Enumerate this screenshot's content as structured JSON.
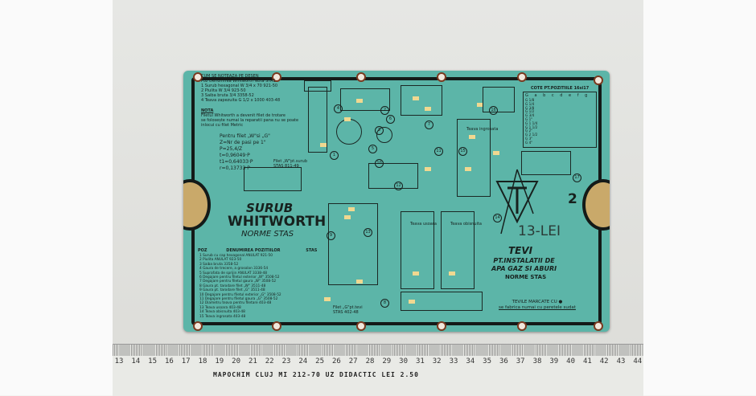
{
  "card": {
    "left_header": [
      "CUM SE NOTEAZA PE DESEN",
      "Poz  Denumirea  Whitworth  Nota  STAS",
      "1  Surub hexagonal  W 3/4 x 70  921-50",
      "2  Piulita  W 3/4  923-50",
      "3  Saiba bruta  3/4  3358-52",
      "4  Teava zapezuita  G 1/2 x 1000  403-48"
    ],
    "note_label": "NOTA",
    "note_text": [
      "Filetul Whitworth a devenit filet de trotare",
      "se folosește numai la reparatii pana nu se poate",
      "inlocui cu filet Metric"
    ],
    "formula": [
      "Pentru filet „W\"si „G\"",
      "Z=Nr de pasi pe 1\"",
      "P=25,4/Z",
      "t=0,96049·P",
      "t1=0,64033·P",
      "r=0,13733·P"
    ],
    "thread_label": [
      "Filet „W\"pt.surub",
      "STAS 811-49"
    ],
    "thread_label2": [
      "Filet „G\"pt.tevi",
      "STAS 402-48"
    ],
    "title_main": "SURUB",
    "title_sub": "WHITWORTH",
    "title_norm": "NORME STAS",
    "parts_header": [
      "POZ",
      "DENUMIREA POZITIILOR",
      "STAS"
    ],
    "parts_list": [
      "1  Surub cu cap hexagonal   ANULAT  921-50",
      "2  Piulita   ANULAT  923-50",
      "3  Saiba bruta  3358-52",
      "4  Gaura de trecere, a grosolan  3336-54",
      "5  Suprafata de sprijin ANULAT  3338-48",
      "6  Degajare pentru filetul exterior „W\"  3508-52",
      "7  Degajare pentru filetul gaura „W\"  3508-52",
      "8  Gaura pt. tarodare filet „W\"  3511-48",
      "9  Gaura pt. tarodare filet „G\"  3511-48",
      "10  Degajare pentru filetul exterior „G\"  3508-52",
      "11  Degajare pentru filetul gaura „G\"  3508-52",
      "12  Diametru teava pentru filetare  403-48",
      "13  Teava usoara  403-48",
      "14  Teava obisnuita  403-48",
      "15  Teava ingrosata  403-48"
    ],
    "right_table_title": "COTE PT.POZITIILE 16si17",
    "right_table_header": [
      "G",
      "a",
      "b",
      "c",
      "d",
      "e",
      "f",
      "g"
    ],
    "right_table_rows": [
      "G 1/8",
      "G 1/4",
      "G 3/8",
      "G 1/2",
      "G 3/4",
      "G 1\"",
      "G 1 1/4",
      "G 1 1/2",
      "G 2\"",
      "G 2 1/2",
      "G 3\"",
      "G 4\""
    ],
    "sheet_number": "2",
    "price": "13-LEI",
    "right_title": "TEVI",
    "right_subtitle": [
      "PT.INSTALATII DE",
      "APA GAZ SI ABURI"
    ],
    "right_norm": "NORME STAS",
    "right_footer": [
      "TEVILE MARCATE CU ●",
      "se fabrica numai cu peretele sudat"
    ],
    "pipe_labels": [
      "Teava ingrosata",
      "Teava usoara",
      "Teava obisnuita"
    ],
    "position_numbers": [
      "1",
      "2",
      "3",
      "4",
      "5",
      "6",
      "7",
      "8",
      "9",
      "10",
      "11",
      "12",
      "13",
      "14",
      "15",
      "16",
      "17"
    ]
  },
  "ruler": {
    "numbers": [
      "13",
      "14",
      "15",
      "16",
      "17",
      "18",
      "19",
      "20",
      "21",
      "22",
      "23",
      "24",
      "25",
      "26",
      "27",
      "28",
      "29",
      "30",
      "31",
      "32",
      "33",
      "34",
      "35",
      "36",
      "37",
      "38",
      "39",
      "40",
      "41",
      "42",
      "43",
      "44"
    ],
    "maker": "MAPOCHIM CLUJ  MI 212-70  UZ DIDACTIC LEI 2.50"
  },
  "colors": {
    "card": "#5cb5a8",
    "frame": "#141a18",
    "notch": "#c9a96a",
    "ruler": "#e9eae6"
  }
}
